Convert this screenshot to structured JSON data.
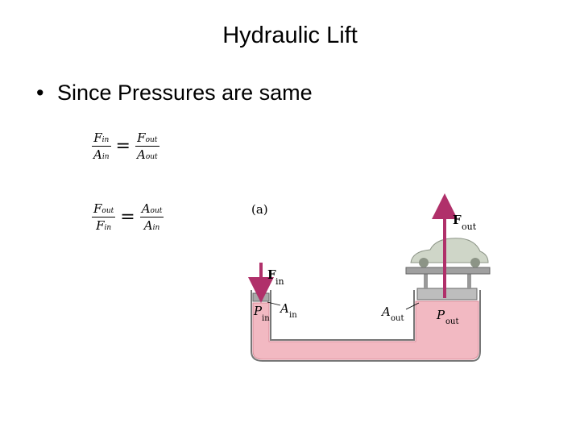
{
  "slide": {
    "title": "Hydraulic Lift",
    "bullet": "Since Pressures are same"
  },
  "equations": {
    "eq1": {
      "lhs_num_sym": "F",
      "lhs_num_sub": "in",
      "lhs_den_sym": "A",
      "lhs_den_sub": "in",
      "rhs_num_sym": "F",
      "rhs_num_sub": "out",
      "rhs_den_sym": "A",
      "rhs_den_sub": "out",
      "sign": "="
    },
    "eq2": {
      "lhs_num_sym": "F",
      "lhs_num_sub": "out",
      "lhs_den_sym": "F",
      "lhs_den_sub": "in",
      "rhs_num_sym": "A",
      "rhs_num_sub": "out",
      "rhs_den_sym": "A",
      "rhs_den_sub": "in",
      "sign": "="
    }
  },
  "diagram": {
    "panel_label": "(a)",
    "labels": {
      "F_out": {
        "sym": "F",
        "sub": "out"
      },
      "F_in": {
        "sym": "F",
        "sub": "in"
      },
      "P_in": {
        "sym": "P",
        "sub": "in"
      },
      "A_in": {
        "sym": "A",
        "sub": "in"
      },
      "A_out": {
        "sym": "A",
        "sub": "out"
      },
      "P_out": {
        "sym": "P",
        "sub": "out"
      }
    },
    "colors": {
      "fluid": "#f2b9c2",
      "fluid_dark": "#d98a98",
      "arrow": "#b0306a",
      "piston": "#a9a9a9",
      "car": "#cfd6c8"
    }
  }
}
